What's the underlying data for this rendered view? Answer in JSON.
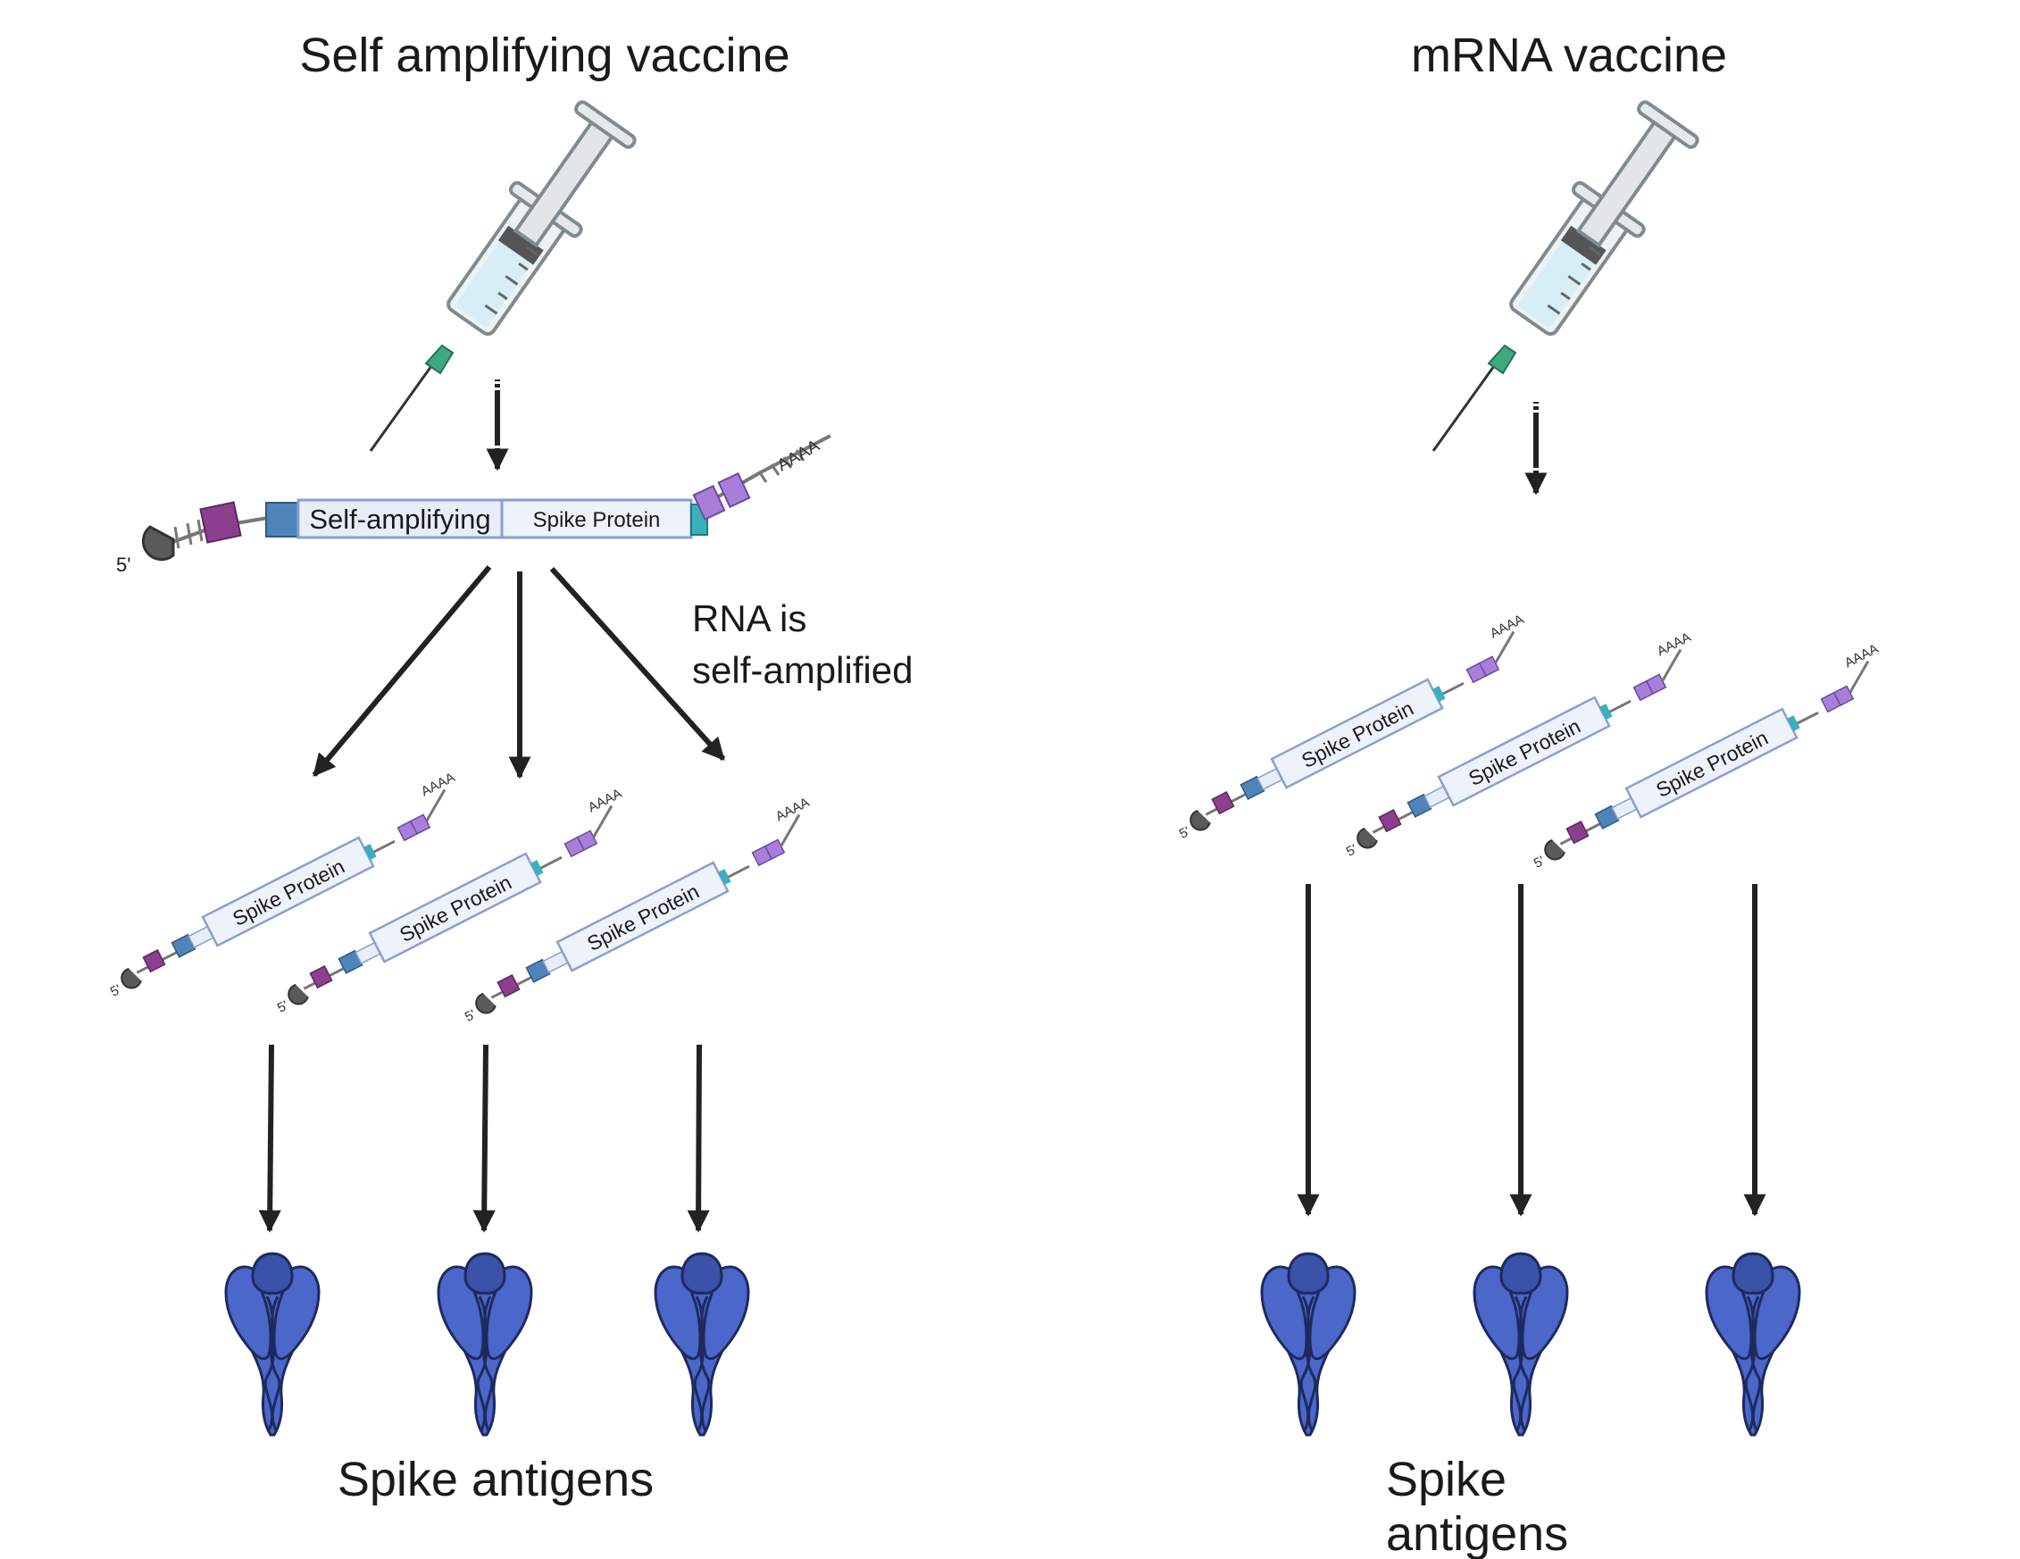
{
  "titles": {
    "left": "Self amplifying vaccine",
    "right": "mRNA vaccine"
  },
  "annotation": {
    "line1": "RNA is",
    "line2": "self-amplified"
  },
  "rna": {
    "five_prime": "5'",
    "poly_a": "AAAA",
    "segment_self": "Self-amplifying",
    "segment_spike": "Spike Protein"
  },
  "captions": {
    "left": "Spike antigens",
    "right_line1": "Spike",
    "right_line2": "antigens"
  },
  "colors": {
    "arrow": "#222222",
    "spike_fill": "#4a67c9",
    "spike_outline": "#1e2a5e",
    "cap": "#5a5a5a",
    "utr_magenta": "#8c3f8f",
    "utr_purple": "#a77fd9",
    "segment_blue": "#4f84b8",
    "segment_fill": "#e8edfa",
    "segment_stroke": "#8a9fd0",
    "teal": "#3ab0bd",
    "syringe_fluid": "#d7eef7",
    "needle_hub": "#3daa7d"
  }
}
